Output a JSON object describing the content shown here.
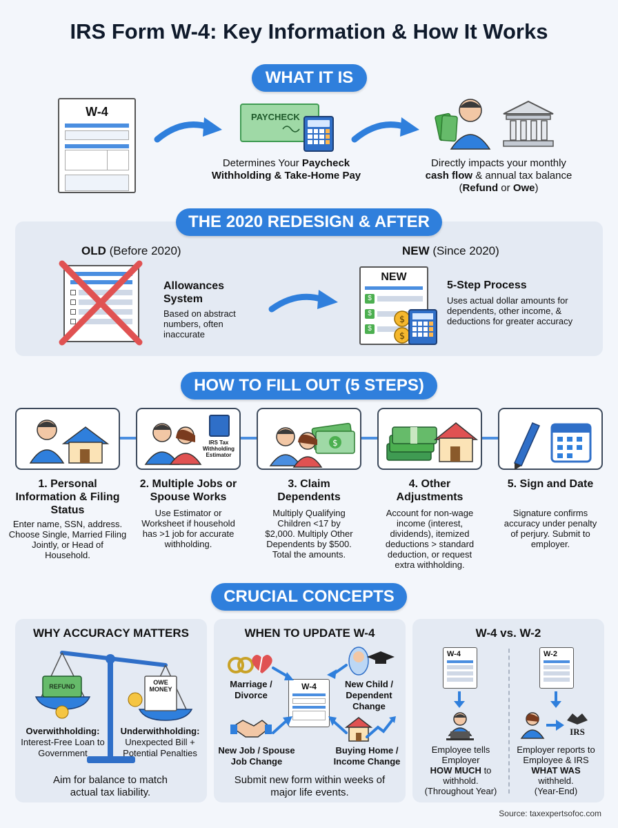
{
  "title": "IRS Form W-4: Key Information & How It Works",
  "section1": {
    "pill": "WHAT IT IS",
    "w4_label": "W-4",
    "paycheck_label": "PAYCHECK",
    "mid_text_1": "Determines Your ",
    "mid_text_bold_1": "Paycheck",
    "mid_text_bold_2": "Withholding & Take-Home Pay",
    "right_text_1": "Directly impacts your monthly",
    "right_text_bold_1": "cash flow",
    "right_text_2": " & annual tax balance",
    "right_text_open": "(",
    "right_text_bold_2": "Refund",
    "right_text_or": " or ",
    "right_text_bold_3": "Owe",
    "right_text_close": ")"
  },
  "section2": {
    "pill": "THE 2020 REDESIGN & AFTER",
    "old_label_bold": "OLD",
    "old_label_rest": " (Before 2020)",
    "old_heading": "Allowances System",
    "old_body": "Based on abstract numbers, often inaccurate",
    "new_label_bold": "NEW",
    "new_label_rest": " (Since 2020)",
    "new_doc_label": "NEW",
    "new_heading": "5-Step Process",
    "new_body": "Uses actual dollar amounts for dependents, other income, & deductions for greater accuracy"
  },
  "section3": {
    "pill": "HOW TO FILL OUT (5 STEPS)",
    "estimator_label": "IRS Tax Withholding Estimator",
    "steps": [
      {
        "heading": "1. Personal Information & Filing Status",
        "body": "Enter name, SSN, address. Choose Single, Married Filing Jointly, or Head of Household."
      },
      {
        "heading": "2. Multiple Jobs or Spouse Works",
        "body": "Use Estimator or Worksheet if household has >1 job for accurate withholding."
      },
      {
        "heading": "3. Claim Dependents",
        "body": "Multiply Qualifying Children <17 by $2,000. Multiply Other Dependents by $500. Total the amounts."
      },
      {
        "heading": "4. Other Adjustments",
        "body": "Account for non-wage income (interest, dividends), itemized deductions > standard deduction, or request extra withholding."
      },
      {
        "heading": "5. Sign and Date",
        "body": "Signature confirms accuracy under penalty of perjury. Submit to employer."
      }
    ]
  },
  "section4": {
    "pill": "CRUCIAL CONCEPTS",
    "card1": {
      "title": "WHY ACCURACY MATTERS",
      "refund_tag": "REFUND",
      "owe_tag": "OWE MONEY",
      "left_bold": "Overwithholding:",
      "left_body": "Interest-Free Loan to Government",
      "right_bold": "Underwithholding:",
      "right_body": "Unexpected Bill + Potential Penalties",
      "footer": "Aim for balance to match actual tax liability."
    },
    "card2": {
      "title": "WHEN TO UPDATE W-4",
      "doc_label": "W-4",
      "events": [
        "Marriage / Divorce",
        "New Child / Dependent Change",
        "New Job / Spouse Job Change",
        "Buying Home / Income Change"
      ],
      "footer": "Submit new form within weeks of major life events."
    },
    "card3": {
      "title": "W-4 vs. W-2",
      "w4_label": "W-4",
      "w2_label": "W-2",
      "irs_label": "IRS",
      "left_text": "Employee tells Employer",
      "left_bold": "HOW MUCH",
      "left_to": " to",
      "left_rest": "withhold.",
      "left_time": "(Throughout Year)",
      "right_text": "Employer reports to Employee & IRS",
      "right_bold": "WHAT WAS",
      "right_rest": "withheld.",
      "right_time": "(Year-End)"
    }
  },
  "source": "Source: taxexpertsofoc.com",
  "colors": {
    "accent": "#2f7fdc",
    "panel": "#e4eaf3",
    "money": "#3f9b52",
    "cross": "#e05252"
  }
}
